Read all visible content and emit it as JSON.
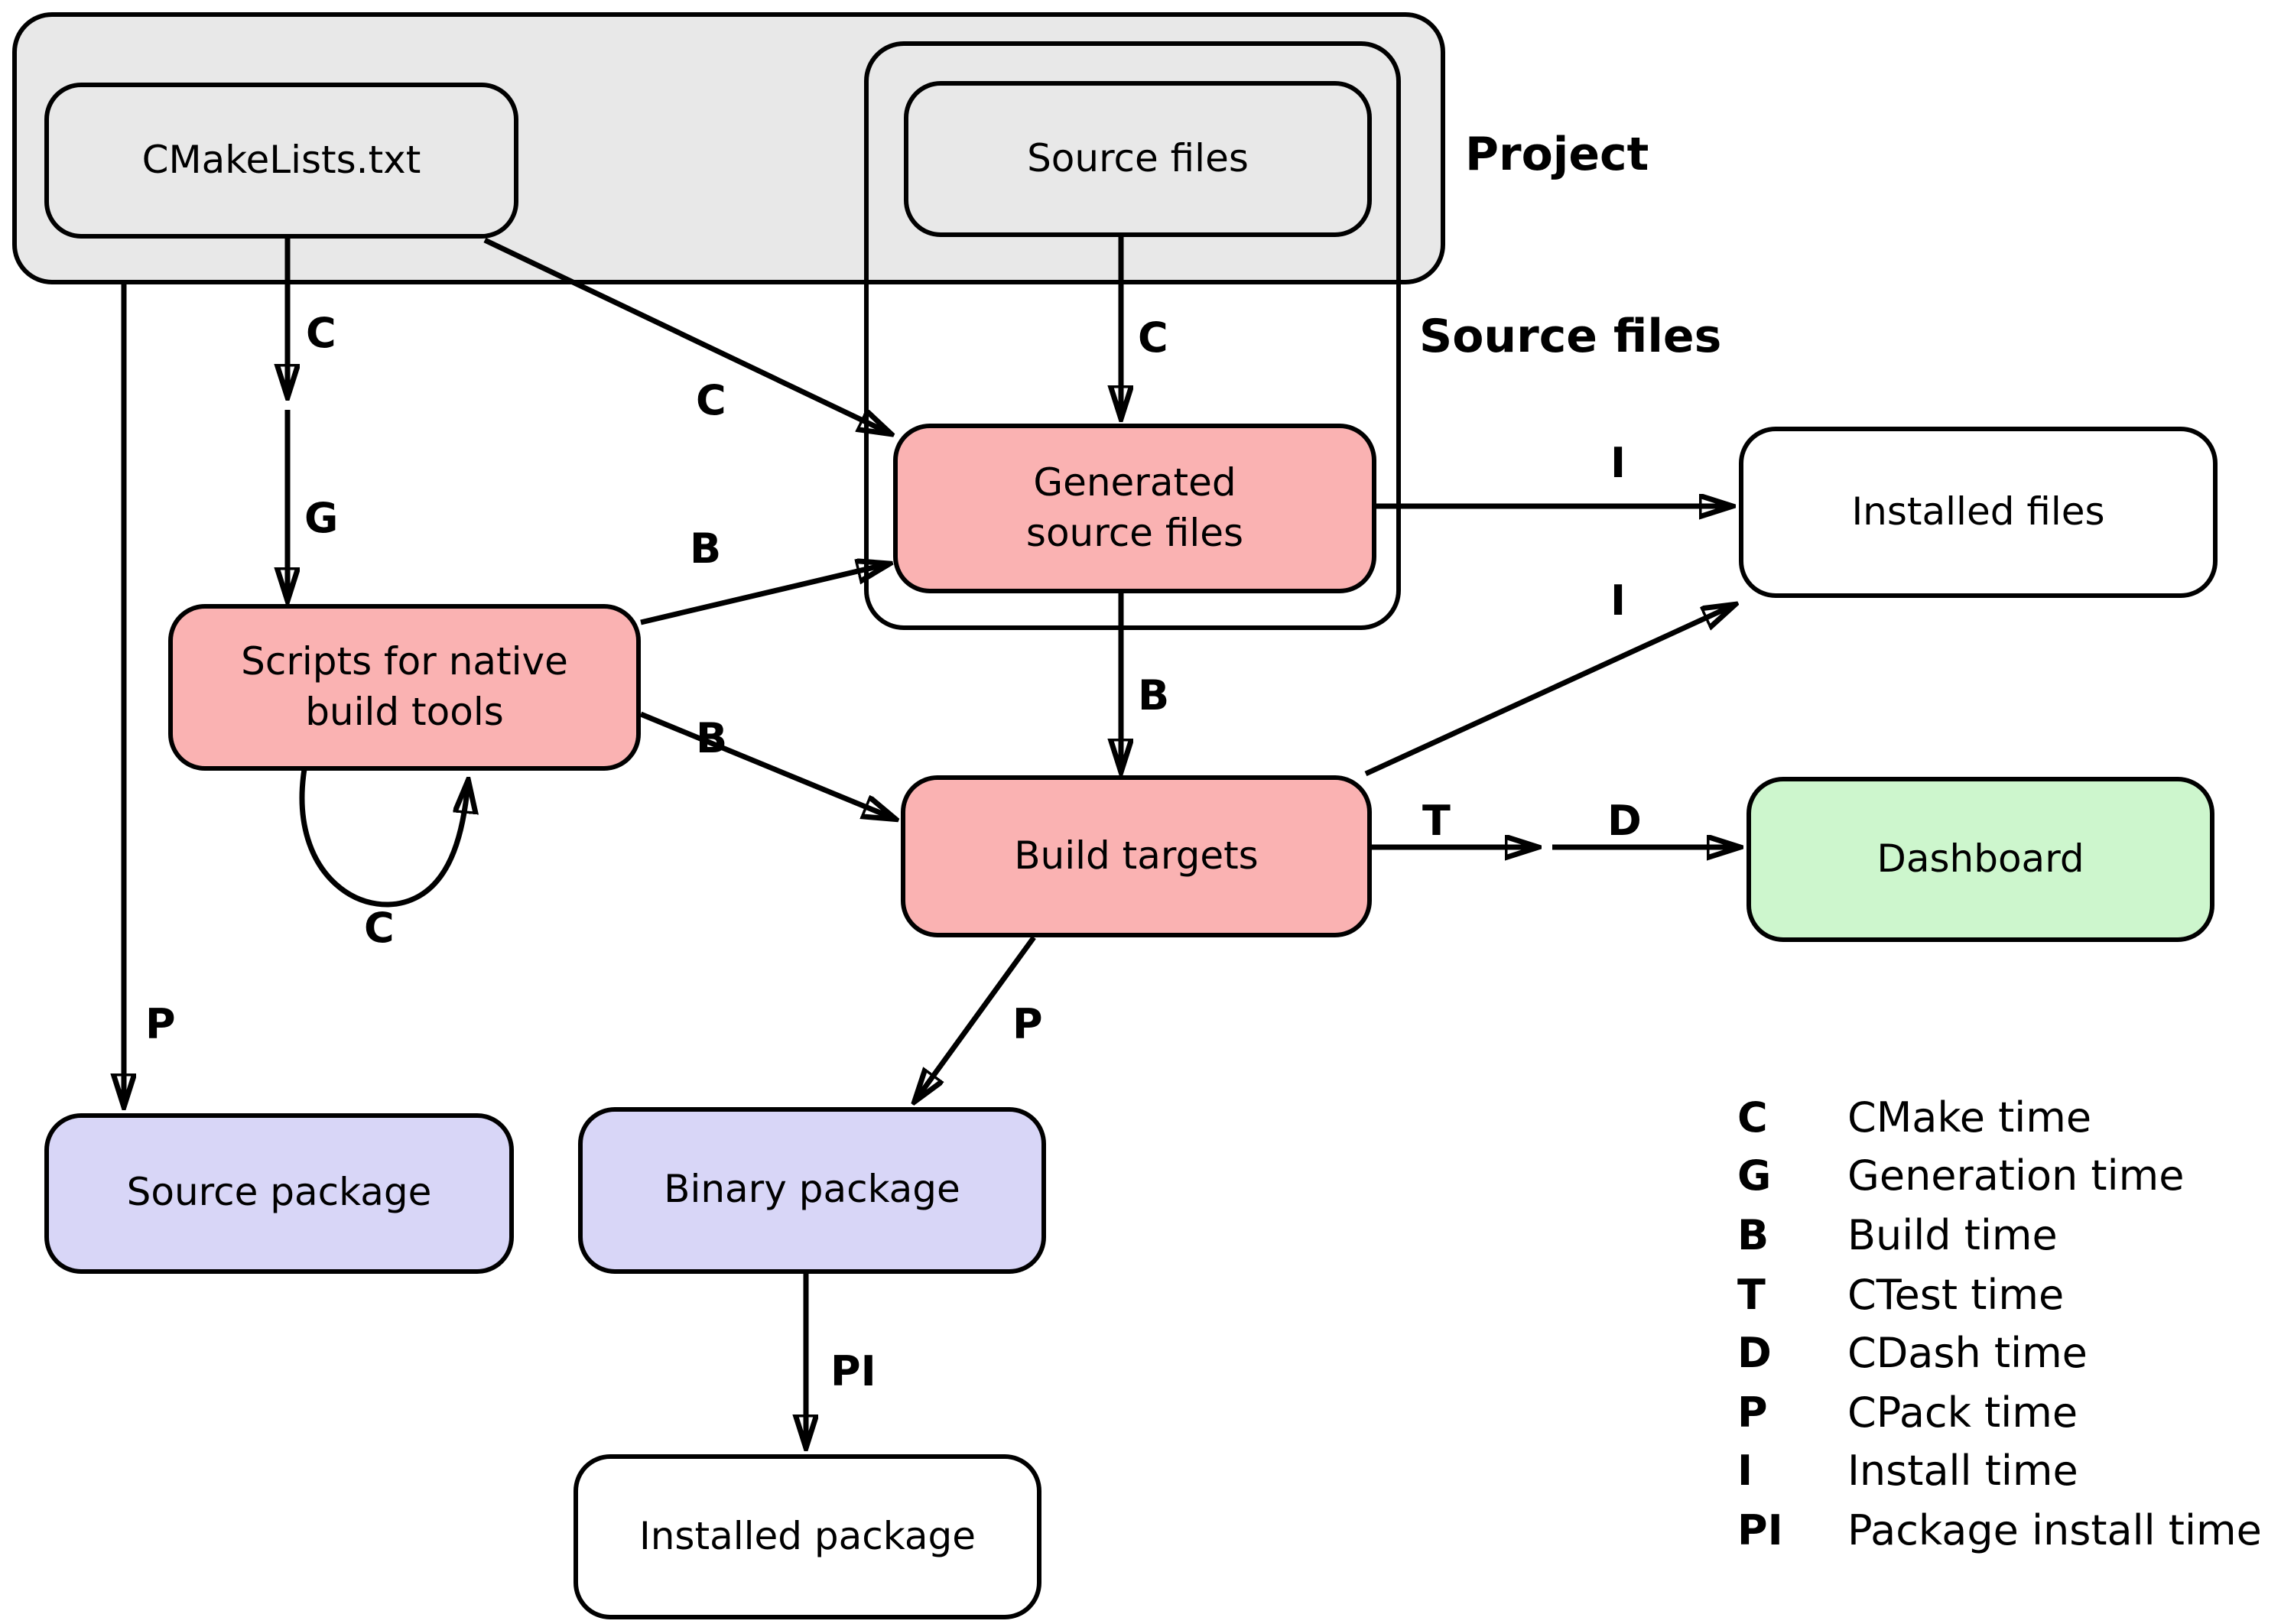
{
  "diagram": {
    "group_labels": {
      "project": "Project",
      "source_files": "Source files"
    },
    "nodes": {
      "cmakelists": {
        "label": "CMakeLists.txt"
      },
      "source_files": {
        "label": "Source files"
      },
      "generated": {
        "line1": "Generated",
        "line2": "source files"
      },
      "installed_files": {
        "label": "Installed files"
      },
      "scripts": {
        "line1": "Scripts for native",
        "line2": "build tools"
      },
      "build_targets": {
        "label": "Build targets"
      },
      "dashboard": {
        "label": "Dashboard"
      },
      "source_package": {
        "label": "Source package"
      },
      "binary_package": {
        "label": "Binary package"
      },
      "installed_package": {
        "label": "Installed package"
      }
    },
    "edge_labels": {
      "c_configure": "C",
      "g_generate": "G",
      "c_diagonal": "C",
      "c_sources": "C",
      "b_scripts_generated": "B",
      "b_generated_targets": "B",
      "b_scripts_targets": "B",
      "c_loop": "C",
      "i_generated_installed": "I",
      "i_targets_installed": "I",
      "t_test": "T",
      "d_dash": "D",
      "p_source": "P",
      "p_binary": "P",
      "pi_install": "PI"
    },
    "legend": [
      {
        "key": "C",
        "label": "CMake time"
      },
      {
        "key": "G",
        "label": "Generation time"
      },
      {
        "key": "B",
        "label": "Build time"
      },
      {
        "key": "T",
        "label": "CTest time"
      },
      {
        "key": "D",
        "label": "CDash time"
      },
      {
        "key": "P",
        "label": "CPack time"
      },
      {
        "key": "I",
        "label": "Install time"
      },
      {
        "key": "PI",
        "label": "Package install time"
      }
    ],
    "colors": {
      "container_fill": "#e8e8e8",
      "node_gray": "#e8e8e8",
      "node_pink": "#fab2b2",
      "node_green": "#cdf6cd",
      "node_purple": "#d8d6f7",
      "node_white": "#ffffff",
      "stroke": "#000000"
    }
  }
}
